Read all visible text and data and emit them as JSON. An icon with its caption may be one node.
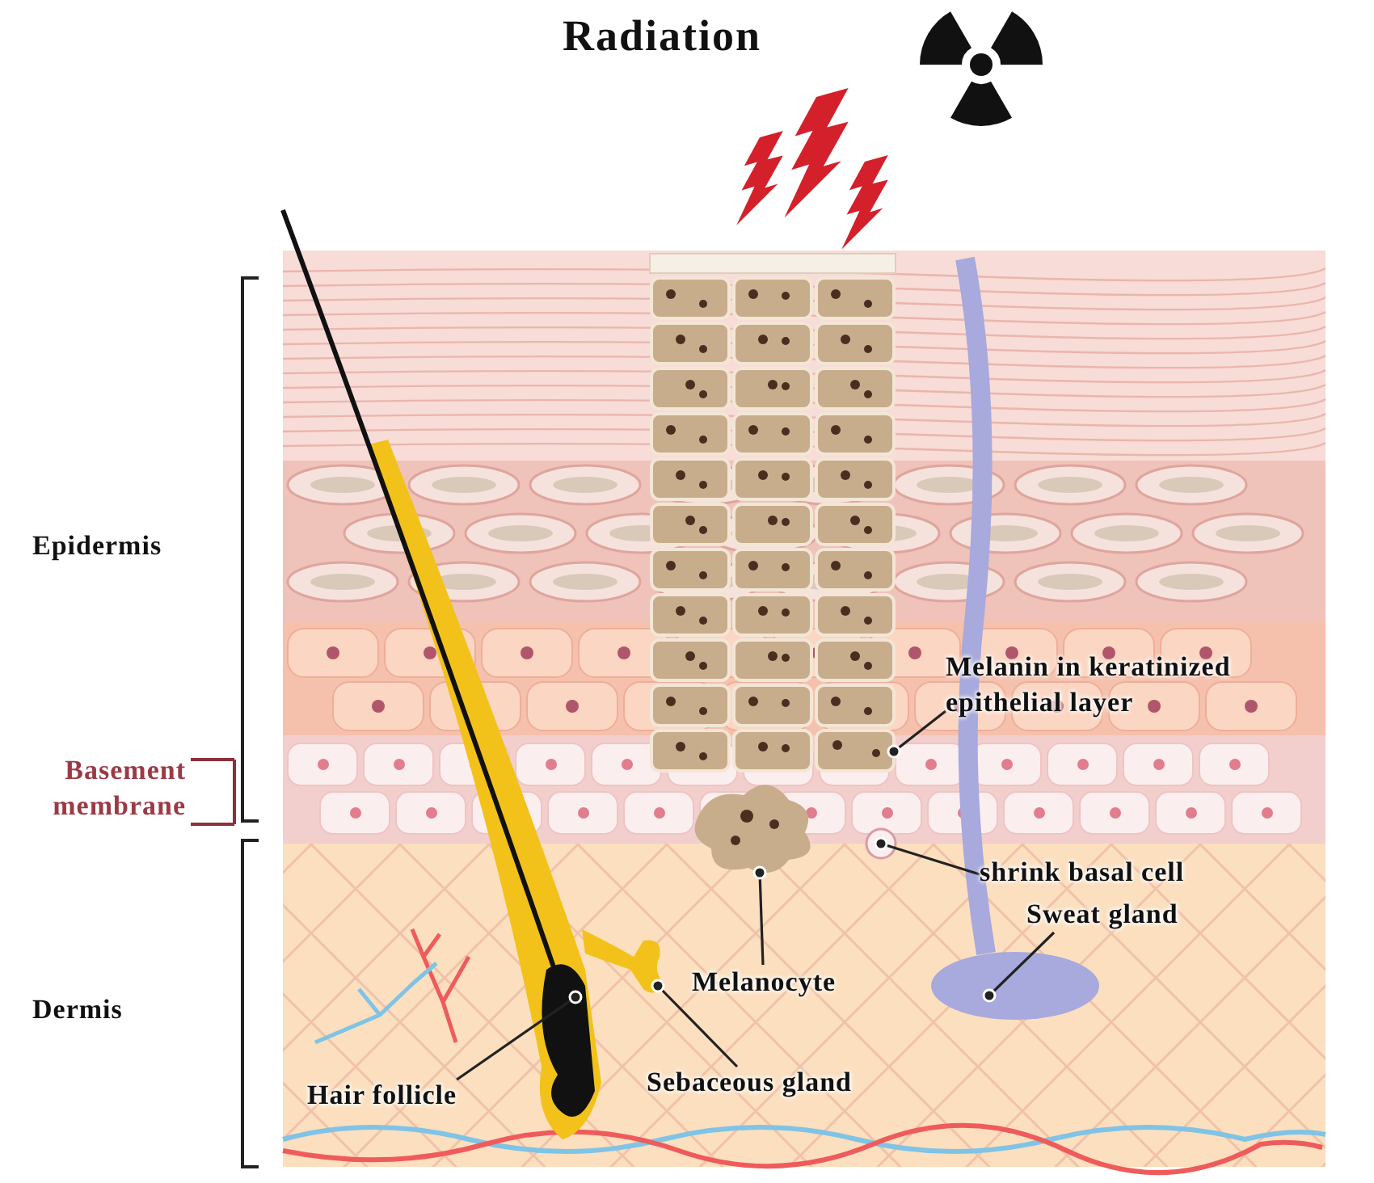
{
  "diagram": {
    "title": "Radiation",
    "nodes": [
      {
        "text": [
          "Melanin in keratinized epithelial layer"
        ]
      },
      {
        "text": [],
        "shape": "picture"
      },
      {
        "text": [
          "shrink basal cell"
        ]
      },
      {
        "text": [],
        "shape": "circle"
      },
      {
        "text": [
          "Sweat gland"
        ]
      },
      {
        "text": [],
        "shape": "ellipse"
      },
      {
        "text": [
          "Melanocyte"
        ]
      },
      {
        "text": [],
        "shape": "picture"
      },
      {
        "text": [
          "Hair follicle"
        ]
      },
      {
        "text": [],
        "shape": "picture"
      },
      {
        "text": [
          "Sebaceous gland"
        ]
      },
      {
        "text": [],
        "shape": "picture"
      }
    ],
    "edges": [
      {
        "from": 0,
        "to": 1,
        "arrow": "other"
      },
      {
        "from": 2,
        "to": 3,
        "arrow": "other"
      },
      {
        "from": 4,
        "to": 5,
        "arrow": "other"
      },
      {
        "from": 6,
        "to": 7,
        "arrow": "other"
      },
      {
        "from": 8,
        "to": 9,
        "arrow": "other"
      },
      {
        "from": 10,
        "to": 11,
        "arrow": "other"
      }
    ],
    "labels": [
      "Epidermis",
      "Basement membrane",
      "Dermis"
    ]
  }
}
